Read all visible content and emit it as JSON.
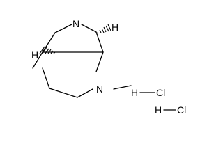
{
  "molecule": {
    "atoms": {
      "amine_n": "N",
      "ring_n": "N",
      "h_top": "H",
      "h_bottom": "H"
    },
    "salts": [
      {
        "h": "H",
        "cl": "Cl"
      },
      {
        "h": "H",
        "cl": "Cl"
      }
    ]
  }
}
